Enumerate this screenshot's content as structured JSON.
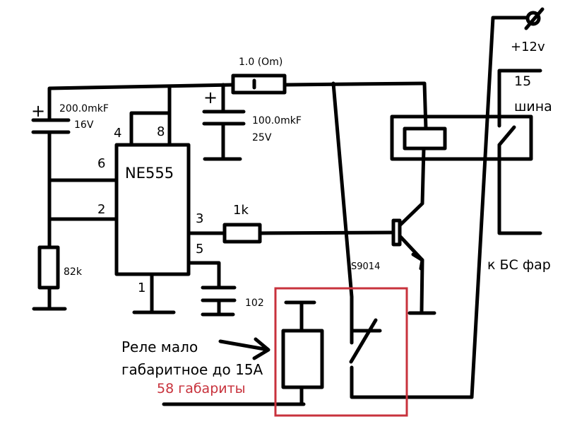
{
  "labels": {
    "resistor_top": "1.0 (Om)",
    "cap1_value": "200.0mkF",
    "cap1_voltage": "16V",
    "cap2_value": "100.0mkF",
    "cap2_voltage": "25V",
    "plus1": "+",
    "plus2": "+",
    "ic_name": "NE555",
    "pin4": "4",
    "pin8": "8",
    "pin6": "6",
    "pin2": "2",
    "pin3": "3",
    "pin5": "5",
    "pin1": "1",
    "resistor_base": "1k",
    "resistor_timing": "82k",
    "cap3_value": "102",
    "transistor": "S9014",
    "supply": "+12v",
    "bus_num": "15",
    "bus_name": "шина",
    "output": "к БС фар",
    "note_line1": "Реле мало",
    "note_line2": "габаритное до 15А",
    "note_red": "58 габариты"
  },
  "colors": {
    "wire": "#000000",
    "highlight": "#c8323c"
  }
}
